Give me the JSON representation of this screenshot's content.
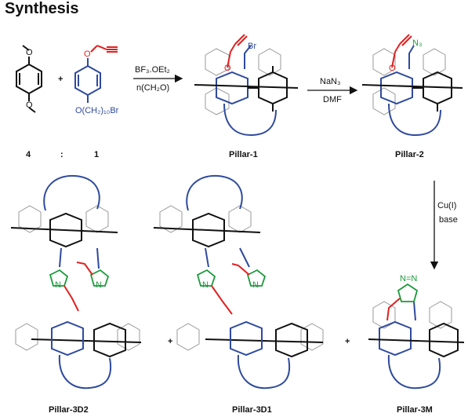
{
  "title": "Synthesis",
  "colors": {
    "black": "#111111",
    "blue": "#2e4a9e",
    "red": "#e02020",
    "green": "#1a9a3a",
    "grey": "#8a8a8a"
  },
  "reagents": {
    "compound4_label": "4",
    "ratio_sep": ":",
    "compound1_label": "1",
    "plus": "+",
    "substituent_1": "O(CH₂)₁₀Br",
    "atom_O": "O",
    "atom_Br": "Br",
    "atom_N3": "N₃"
  },
  "step1": {
    "line1": "BF₃.OEt₂",
    "line2": "n(CH₂O)"
  },
  "step2": {
    "line1": "NaN₃",
    "line2": "DMF"
  },
  "step3": {
    "line1": "Cu(I)",
    "line2": "base"
  },
  "products": {
    "p1": "Pillar-1",
    "p2": "Pillar-2",
    "p3d2": "Pillar-3D2",
    "p3d1": "Pillar-3D1",
    "p3m": "Pillar-3M",
    "plus": "+"
  },
  "triazole_atoms": {
    "n": "N",
    "nn": "N=N"
  }
}
